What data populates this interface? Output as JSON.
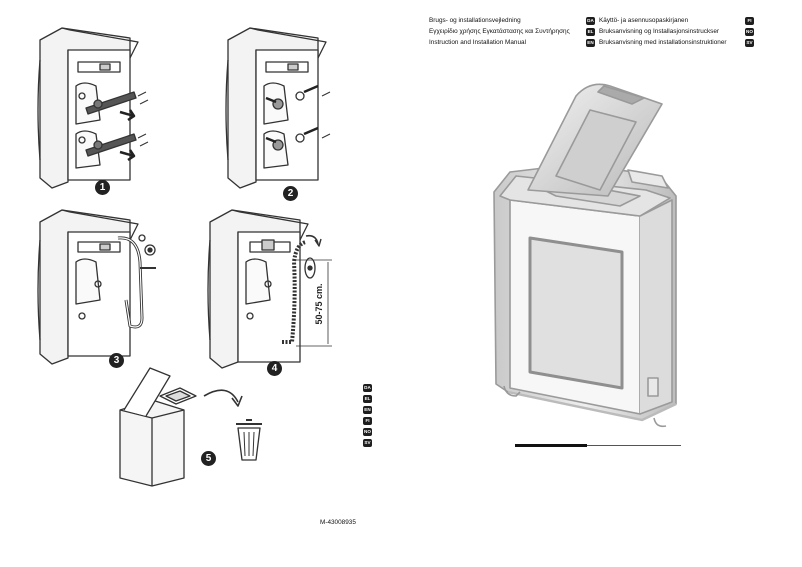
{
  "header": {
    "left_rows": [
      {
        "text": "Brugs- og installationsvejledning",
        "code": "DA"
      },
      {
        "text": "Εγχειρίδιο χρήσης Εγκατάστασης και Συντήρησης",
        "code": "EL"
      },
      {
        "text": "Instruction and Installation Manual",
        "code": "EN"
      }
    ],
    "right_rows": [
      {
        "text": "Käyttö- ja asennusopaskirjanen",
        "code": "FI"
      },
      {
        "text": "Bruksanvisning og Installasjonsinstruckser",
        "code": "NO"
      },
      {
        "text": "Bruksanvisning med installationsinstruktioner",
        "code": "SV"
      }
    ]
  },
  "steps": [
    "1",
    "2",
    "3",
    "4",
    "5"
  ],
  "hose_height_label": "50-75 cm.",
  "language_codes": [
    "DA",
    "EL",
    "EN",
    "FI",
    "NO",
    "SV"
  ],
  "document_code": "M-43008935",
  "icons": [
    "washing-machine-icon",
    "trash-bin-icon",
    "arrow-icon"
  ]
}
